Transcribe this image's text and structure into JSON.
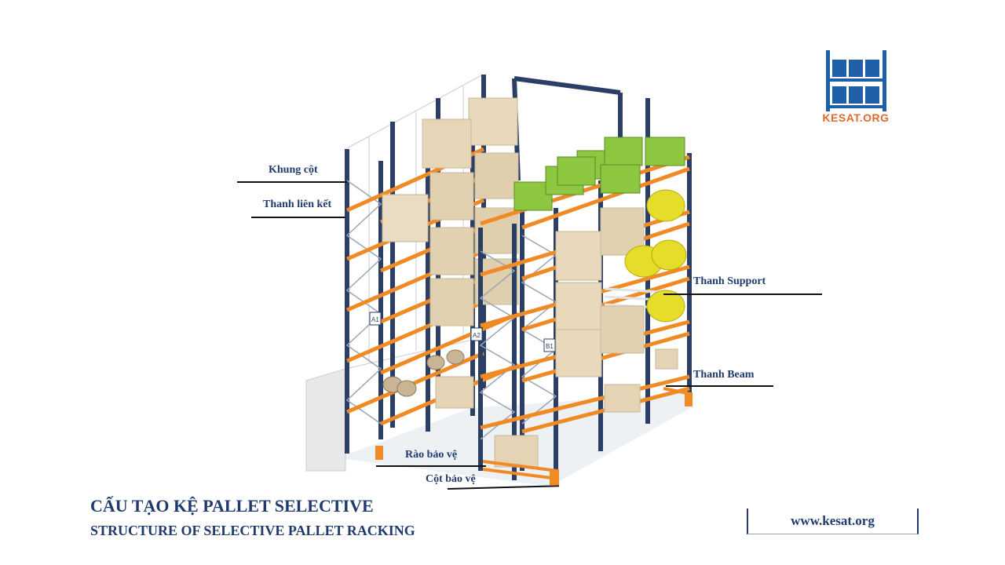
{
  "colors": {
    "title": "#1f3a6e",
    "upright": "#2b3f66",
    "beam": "#f08a24",
    "pallet_box": "#e8d9bd",
    "green_cage": "#8dc63f",
    "drum": "#e6dc2a",
    "logo_orange": "#e06a2c",
    "logo_blue": "#1f5fa8"
  },
  "logo": {
    "text": "KESAT.ORG",
    "icon": "rack-logo-icon"
  },
  "labels": {
    "khung_cot": "Khung  cột",
    "thanh_lien_ket": "Thanh  liên kết",
    "thanh_support": "Thanh  Support",
    "thanh_beam": "Thanh  Beam",
    "rao_bao_ve": "Rào bảo vệ",
    "cot_bao_ve": "Cột bảo vệ"
  },
  "bay_tags": [
    "A1",
    "A2",
    "B1"
  ],
  "title": {
    "line1": "CẤU TẠO KỆ PALLET SELECTIVE",
    "line2": "STRUCTURE OF SELECTIVE PALLET RACKING"
  },
  "website": "www.kesat.org"
}
